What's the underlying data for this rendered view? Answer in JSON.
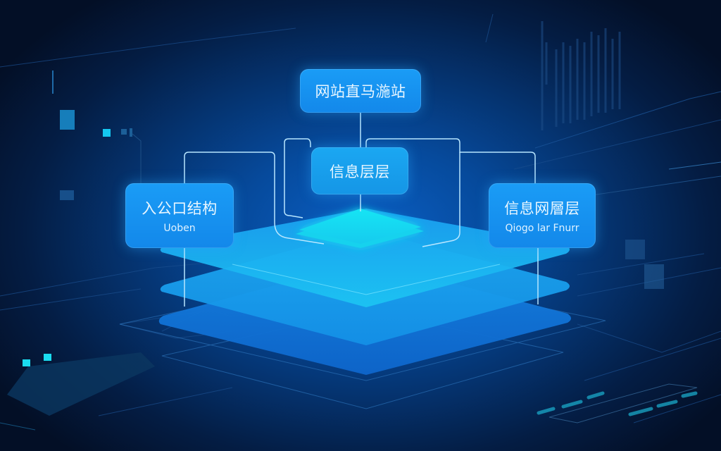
{
  "diagram": {
    "nodes": {
      "top": {
        "title": "网站直马湤站"
      },
      "middle": {
        "title": "信息层层"
      },
      "left": {
        "title": "入公口结构",
        "subtitle": "Uoben"
      },
      "right": {
        "title": "信息网層层",
        "subtitle": "Qiogo lar Fnurr"
      }
    },
    "layers": [
      {
        "name": "top-plate",
        "color": "#19c6f0"
      },
      {
        "name": "middle-plate",
        "color": "#14a2ee"
      },
      {
        "name": "bottom-plate",
        "color": "#0f7fe0"
      },
      {
        "name": "core-chip",
        "color": "#1ff0f4"
      }
    ],
    "colors": {
      "background_dark": "#030f26",
      "background_glow": "#0a5fc4",
      "node_fill": "#1a9cf6",
      "connector": "#b8e6ff",
      "accent_cyan": "#20e0f0"
    }
  }
}
